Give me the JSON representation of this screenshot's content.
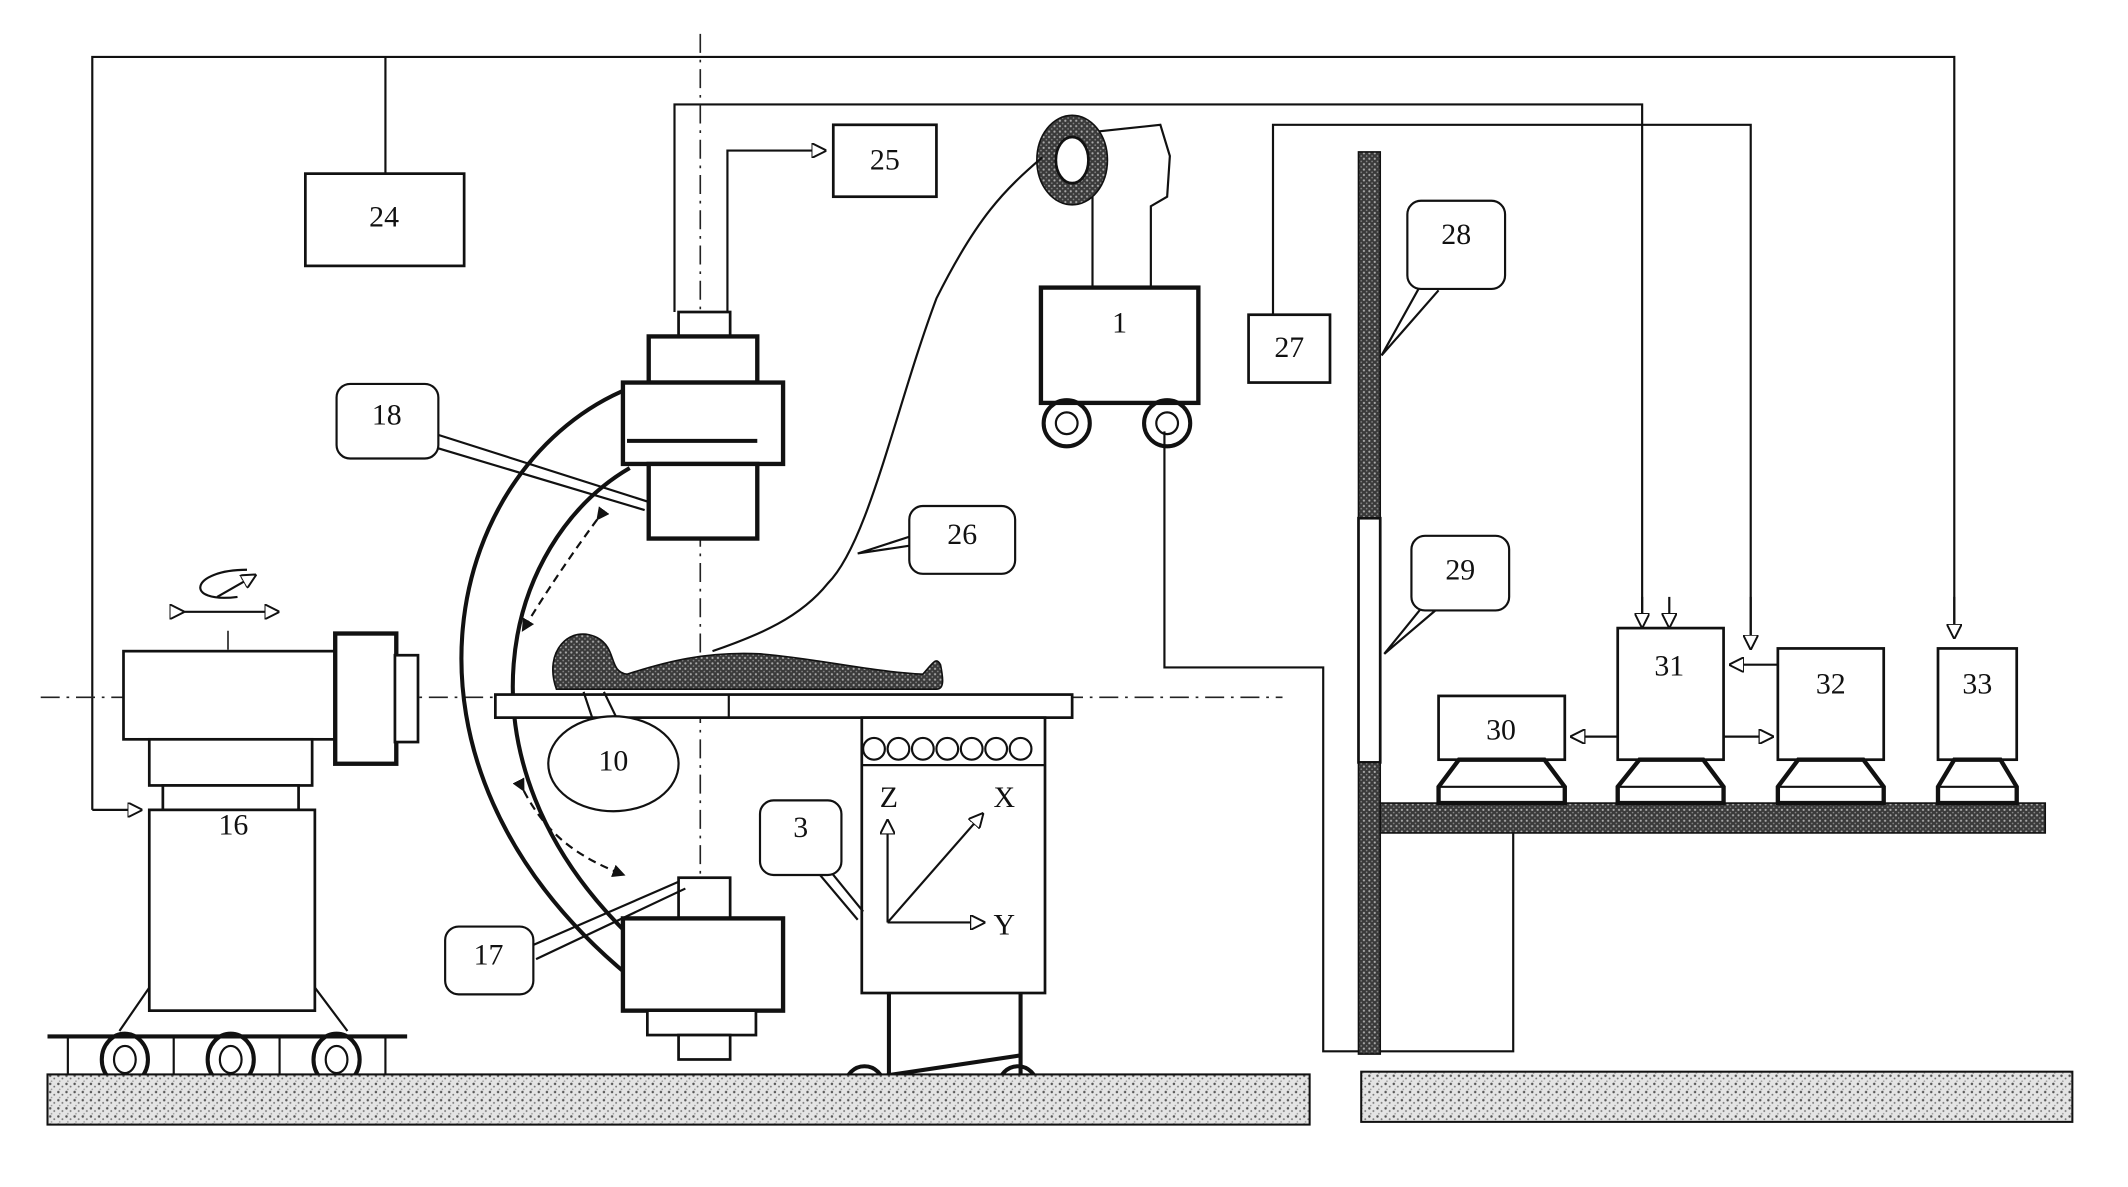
{
  "diagram": {
    "type": "patent-schematic",
    "description": "Mobile X-ray C-arm imaging system with patient table, monitor cart, shielding wall and remote control room",
    "background": "#ffffff",
    "ink": "#111111",
    "labels": {
      "l1": "1",
      "l3": "3",
      "l10": "10",
      "l16": "16",
      "l17": "17",
      "l18": "18",
      "l24": "24",
      "l25": "25",
      "l26": "26",
      "l27": "27",
      "l28": "28",
      "l29": "29",
      "l30": "30",
      "l31": "31",
      "l32": "32",
      "l33": "33"
    },
    "axes": {
      "x": "X",
      "y": "Y",
      "z": "Z"
    }
  }
}
